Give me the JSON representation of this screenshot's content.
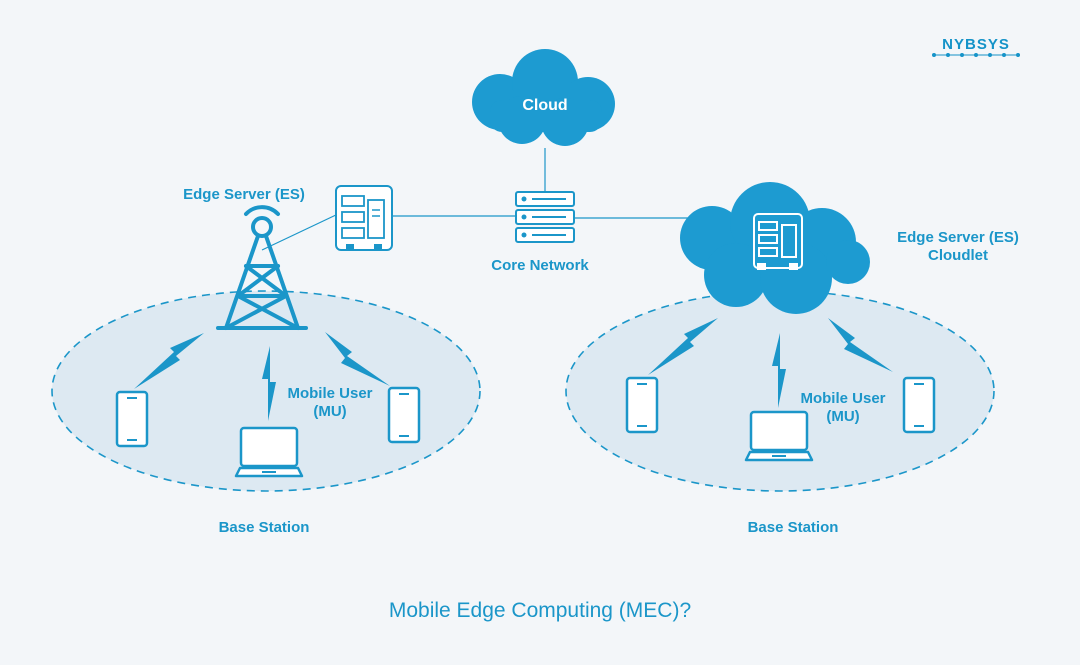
{
  "brand": {
    "logo_text": "NYBSYS"
  },
  "title": "Mobile Edge Computing (MEC)?",
  "nodes": {
    "cloud": "Cloud",
    "core_network": "Core Network",
    "edge_server_left": "Edge Server (ES)",
    "edge_server_right_line1": "Edge Server (ES)",
    "edge_server_right_line2": "Cloudlet",
    "mobile_user_left_line1": "Mobile User",
    "mobile_user_left_line2": "(MU)",
    "mobile_user_right_line1": "Mobile User",
    "mobile_user_right_line2": "(MU)",
    "base_station_left": "Base Station",
    "base_station_right": "Base Station"
  },
  "colors": {
    "primary": "#1b96c9",
    "cloud": "#1d9bd1",
    "zone_fill": "#dde9f2",
    "background": "#f3f6f9"
  },
  "icons": [
    "cloud-icon",
    "server-rack-icon",
    "cell-tower-icon",
    "smartphone-icon",
    "laptop-icon",
    "lightning-signal-icon"
  ]
}
